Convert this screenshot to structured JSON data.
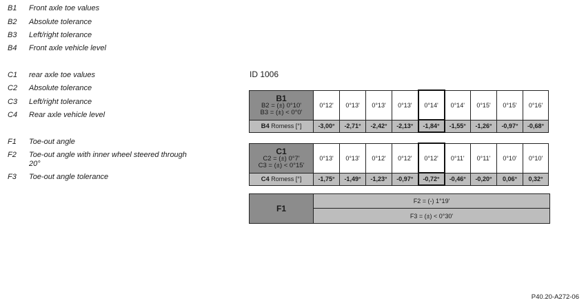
{
  "legend": [
    {
      "code": "B1",
      "desc": "Front axle toe values"
    },
    {
      "code": "B2",
      "desc": "Absolute tolerance"
    },
    {
      "code": "B3",
      "desc": "Left/right tolerance"
    },
    {
      "code": "B4",
      "desc": "Front axle vehicle level"
    },
    {
      "code": "C1",
      "desc": "rear axle toe values"
    },
    {
      "code": "C2",
      "desc": "Absolute tolerance"
    },
    {
      "code": "C3",
      "desc": "Left/right tolerance"
    },
    {
      "code": "C4",
      "desc": "Rear axle vehicle level"
    },
    {
      "code": "F1",
      "desc": "Toe-out angle"
    },
    {
      "code": "F2",
      "desc": "Toe-out angle with inner wheel steered through 20°"
    },
    {
      "code": "F3",
      "desc": "Toe-out angle tolerance"
    }
  ],
  "id_label": "ID 1006",
  "tables": {
    "B": {
      "title": "B1",
      "tol1": "B2 = (±) 0°10'",
      "tol2": "B3 = (±) < 0°0'",
      "sub_code": "B4",
      "sub_label": "Romess [°]",
      "values": [
        "0°12'",
        "0°13'",
        "0°13'",
        "0°13'",
        "0°14'",
        "0°14'",
        "0°15'",
        "0°15'",
        "0°16'"
      ],
      "levels": [
        "-3,00°",
        "-2,71°",
        "-2,42°",
        "-2,13°",
        "-1,84°",
        "-1,55°",
        "-1,26°",
        "-0,97°",
        "-0,68°"
      ]
    },
    "C": {
      "title": "C1",
      "tol1": "C2 = (±) 0°7'",
      "tol2": "C3 = (±) < 0°15'",
      "sub_code": "C4",
      "sub_label": "Romess [°]",
      "values": [
        "0°13'",
        "0°13'",
        "0°12'",
        "0°12'",
        "0°12'",
        "0°11'",
        "0°11'",
        "0°10'",
        "0°10'"
      ],
      "levels": [
        "-1,75°",
        "-1,49°",
        "-1,23°",
        "-0,97°",
        "-0,72°",
        "-0,46°",
        "-0,20°",
        "0,06°",
        "0,32°"
      ]
    }
  },
  "highlight_col": 4,
  "f1": {
    "title": "F1",
    "f2": "F2 = (-) 1°19'",
    "f3": "F3 = (±) < 0°30'"
  },
  "reference": "P40.20-A272-06"
}
